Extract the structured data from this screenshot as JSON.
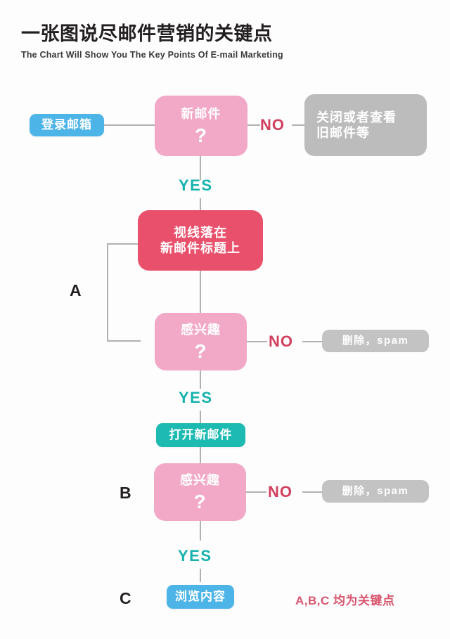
{
  "header": {
    "title_cn": "一张图说尽邮件营销的关键点",
    "title_en": "The Chart Will Show You The Key Points Of E-mail Marketing"
  },
  "labels": {
    "yes": "YES",
    "no": "NO",
    "key_a": "A",
    "key_b": "B",
    "key_c": "C",
    "footnote": "A,B,C 均为关键点"
  },
  "nodes": {
    "login": "登录邮箱",
    "new_mail_q": "新邮件",
    "question_mark": "?",
    "close_or_view_l1": "关闭或者查看",
    "close_or_view_l2": "旧邮件等",
    "gaze_l1": "视线落在",
    "gaze_l2": "新邮件标题上",
    "interested_a": "感兴趣",
    "interested_b": "感兴趣",
    "delete_spam_a": "删除，spam",
    "delete_spam_b": "删除，spam",
    "open_mail": "打开新邮件",
    "browse_content": "浏览内容"
  },
  "colors": {
    "blue": "#4db4e8",
    "teal": "#1dbab2",
    "pink": "#f2a8c7",
    "rose": "#e8506c",
    "gray": "#bcbcbc",
    "gray_light": "#c3c3c3",
    "crimson": "#d1405f",
    "line": "#b1b1b1",
    "background": "#fdfdfe"
  }
}
